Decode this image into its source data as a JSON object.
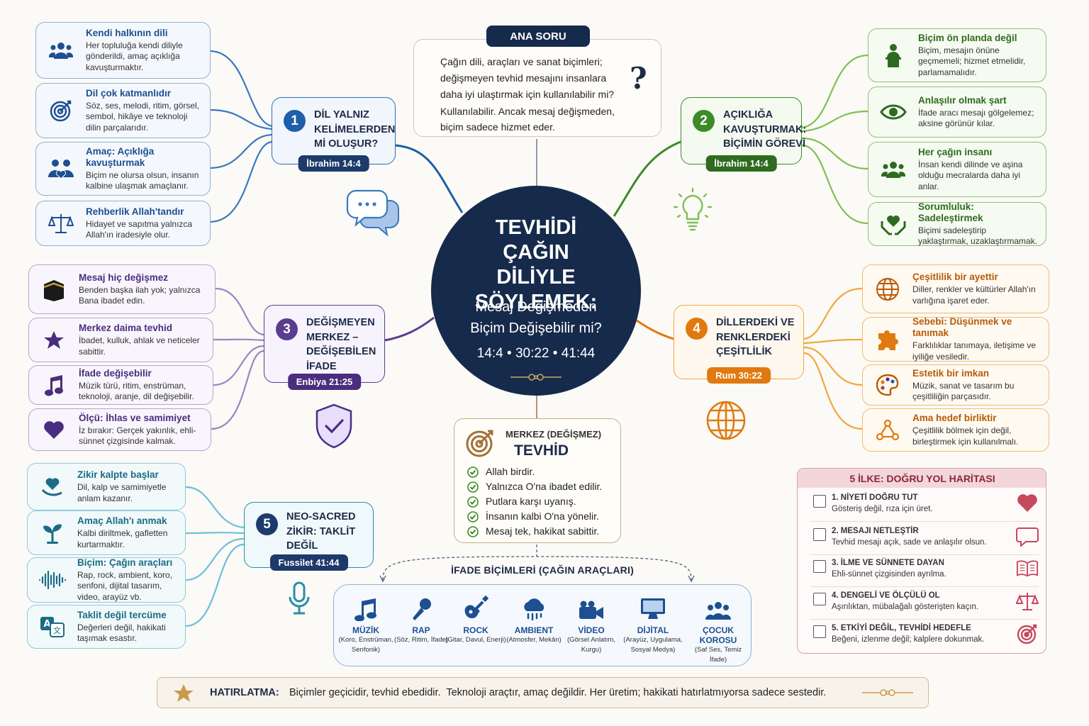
{
  "colors": {
    "navy": "#162a4b",
    "blue": "#1d5fa8",
    "green": "#3c8a28",
    "purple": "#5b3d8f",
    "orange": "#e07a10",
    "teal": "#2a8ea8",
    "brown": "#a0723a",
    "red": "#b8384a"
  },
  "question": {
    "header": "ANA SORU",
    "text": "Çağın dili, araçları ve sanat biçimleri; değişmeyen tevhid mesajını insanlara daha iyi ulaştırmak için kullanılabilir mi?",
    "answer": "Kullanılabilir. Ancak mesaj değişmeden, biçim sadece hizmet eder.",
    "icon": "question-mark-icon"
  },
  "center": {
    "title": "TEVHİDİ ÇAĞIN DİLİYLE SÖYLEMEK:",
    "subtitle": "Mesaj Değişmeden Biçim Değişebilir mi?",
    "refs": "14:4 • 30:22 • 41:44"
  },
  "branches": [
    {
      "num": "1",
      "title": "DİL YALNIZ KELİMELERDEN Mİ OLUŞUR?",
      "tag": "İbrahim 14:4"
    },
    {
      "num": "2",
      "title": "AÇIKLIĞA KAVUŞTURMAK: BİÇİMİN GÖREVİ",
      "tag": "İbrahim 14:4"
    },
    {
      "num": "3",
      "title": "DEĞİŞMEYEN MERKEZ – DEĞİŞEBİLEN İFADE",
      "tag": "Enbiya 21:25"
    },
    {
      "num": "4",
      "title": "DİLLERDEKİ VE RENKLERDEKİ ÇEŞİTLİLİK",
      "tag": "Rum 30:22"
    },
    {
      "num": "5",
      "title": "NEO-SACRED ZİKİR: TAKLİT DEĞİL TERCÜME",
      "tag": "Fussilet 41:44"
    }
  ],
  "cards1": [
    {
      "title": "Kendi halkının dili",
      "body": "Her topluluğa kendi diliyle gönderildi, amaç açıklığa kavuşturmaktır.",
      "icon": "people-icon"
    },
    {
      "title": "Dil çok katmanlıdır",
      "body": "Söz, ses, melodi, ritim, görsel, sembol, hikâye ve teknoloji dilin parçalarıdır.",
      "icon": "target-icon"
    },
    {
      "title": "Amaç: Açıklığa kavuşturmak",
      "body": "Biçim ne olursa olsun, insanın kalbine ulaşmak amaçlanır.",
      "icon": "people-heart-icon"
    },
    {
      "title": "Rehberlik Allah'tandır",
      "body": "Hidayet ve sapıtma yalnızca Allah'ın iradesiyle olur.",
      "icon": "scale-icon"
    }
  ],
  "cards2": [
    {
      "title": "Biçim ön planda değil",
      "body": "Biçim, mesajın önüne geçmemeli; hizmet etmelidir, parlamamalıdır.",
      "icon": "speaker-podium-icon"
    },
    {
      "title": "Anlaşılır olmak şart",
      "body": "İfade aracı mesajı gölgelemez; aksine görünür kılar.",
      "icon": "eye-icon"
    },
    {
      "title": "Her çağın insanı",
      "body": "İnsan kendi dilinde ve aşina olduğu mecralarda daha iyi anlar.",
      "icon": "people-icon"
    },
    {
      "title": "Sorumluluk: Sadeleştirmek",
      "body": "Biçimi sadeleştirip yaklaştırmak, uzaklaştırmamak.",
      "icon": "heart-hands-icon"
    }
  ],
  "cards3": [
    {
      "title": "Mesaj hiç değişmez",
      "body": "Benden başka ilah yok; yalnızca Bana ibadet edin.",
      "icon": "kaaba-icon"
    },
    {
      "title": "Merkez daima tevhid",
      "body": "İbadet, kulluk, ahlak ve neticeler sabittir.",
      "icon": "star-icon"
    },
    {
      "title": "İfade değişebilir",
      "body": "Müzik türü, ritim, enstrüman, teknoloji, aranje, dil değişebilir.",
      "icon": "music-note-icon"
    },
    {
      "title": "Ölçü: İhlas ve samimiyet",
      "body": "İz bırakır: Gerçek yakınlık, ehli-sünnet çizgisinde kalmak.",
      "icon": "heart-icon"
    }
  ],
  "cards4": [
    {
      "title": "Çeşitlilik bir ayettir",
      "body": "Diller, renkler ve kültürler Allah'ın varlığına işaret eder.",
      "icon": "globe-icon"
    },
    {
      "title": "Sebebi: Düşünmek ve tanımak",
      "body": "Farklılıklar tanımaya, iletişime ve iyiliğe vesiledir.",
      "icon": "puzzle-icon"
    },
    {
      "title": "Estetik bir imkan",
      "body": "Müzik, sanat ve tasarım bu çeşitliliğin parçasıdır.",
      "icon": "palette-icon"
    },
    {
      "title": "Ama hedef birliktir",
      "body": "Çeşitlilik bölmek için değil, birleştirmek için kullanılmalı.",
      "icon": "network-icon"
    }
  ],
  "cards5": [
    {
      "title": "Zikir kalpte başlar",
      "body": "Dil, kalp ve samimiyetle anlam kazanır.",
      "icon": "heart-hand-icon"
    },
    {
      "title": "Amaç Allah'ı anmak",
      "body": "Kalbi diriltmek, gafletten kurtarmaktır.",
      "icon": "sprout-icon"
    },
    {
      "title": "Biçim: Çağın araçları",
      "body": "Rap, rock, ambient, koro, senfoni, dijital tasarım, video, arayüz vb.",
      "icon": "sound-wave-icon"
    },
    {
      "title": "Taklit değil tercüme",
      "body": "Değerleri değil, hakikati taşımak esastır.",
      "icon": "translate-icon"
    }
  ],
  "core": {
    "label": "MERKEZ (DEĞİŞMEZ)",
    "title": "TEVHİD",
    "items": [
      "Allah birdir.",
      "Yalnızca O'na ibadet edilir.",
      "Putlara karşı uyanış.",
      "İnsanın kalbi O'na yönelir.",
      "Mesaj tek, hakikat sabittir."
    ],
    "icon": "target-icon"
  },
  "formats": {
    "title": "İFADE BİÇİMLERİ (ÇAĞIN ARAÇLARI)",
    "items": [
      {
        "name": "MÜZİK",
        "desc": "(Koro, Enstrüman, Senfonik)",
        "icon": "music-icon"
      },
      {
        "name": "RAP",
        "desc": "(Söz, Ritim, İfade)",
        "icon": "microphone-icon"
      },
      {
        "name": "ROCK",
        "desc": "(Gitar, Davul, Enerji)",
        "icon": "guitar-icon"
      },
      {
        "name": "AMBIENT",
        "desc": "(Atmosfer, Mekân)",
        "icon": "cloud-rain-icon"
      },
      {
        "name": "VİDEO",
        "desc": "(Görsel Anlatım, Kurgu)",
        "icon": "video-camera-icon"
      },
      {
        "name": "DİJİTAL",
        "desc": "(Arayüz, Uygulama, Sosyal Medya)",
        "icon": "monitor-icon"
      },
      {
        "name": "ÇOCUK KOROSU",
        "desc": "(Saf Ses, Temiz İfade)",
        "icon": "children-choir-icon"
      }
    ]
  },
  "principles": {
    "title": "5 İLKE: DOĞRU YOL HARİTASI",
    "items": [
      {
        "title": "1. NİYETİ DOĞRU TUT",
        "body": "Gösteriş değil, rıza için üret.",
        "icon": "heart-icon"
      },
      {
        "title": "2. MESAJI NETLEŞTİR",
        "body": "Tevhid mesajı açık, sade ve anlaşılır olsun.",
        "icon": "speech-bubble-icon"
      },
      {
        "title": "3. İLME VE SÜNNETE DAYAN",
        "body": "Ehli-sünnet çizgisinden ayrılma.",
        "icon": "book-icon"
      },
      {
        "title": "4. DENGELİ VE ÖLÇÜLÜ OL",
        "body": "Aşırılıktan, mübalağalı gösterişten kaçın.",
        "icon": "scale-icon"
      },
      {
        "title": "5. ETKİYİ DEĞİL, TEVHİDİ HEDEFLE",
        "body": "Beğeni, izlenme değil; kalplere dokunmak.",
        "icon": "target-icon"
      }
    ]
  },
  "reminder": {
    "label": "HATIRLATMA:",
    "text": "Biçimler geçicidir, tevhid ebedidir.  Teknoloji araçtır, amaç değildir. Her üretim; hakikati hatırlatmıyorsa sadece sestedir.",
    "icon": "star-icon"
  }
}
